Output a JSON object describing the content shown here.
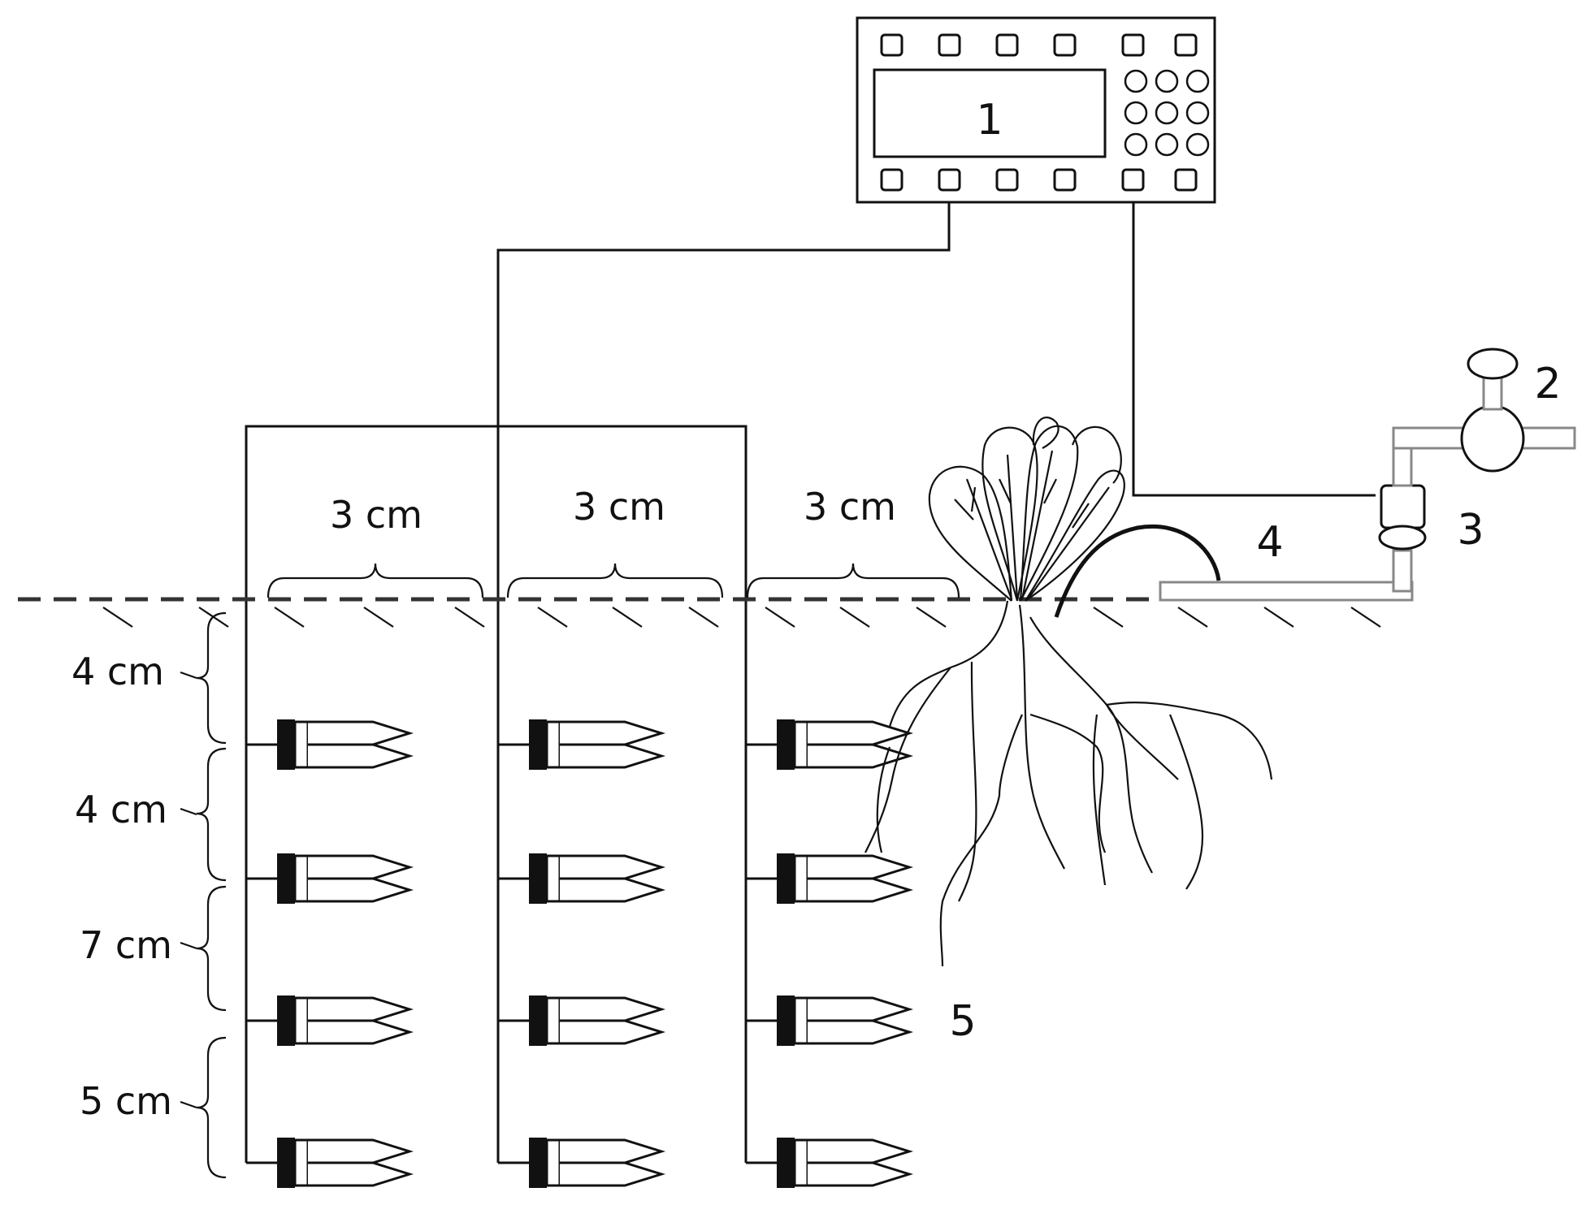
{
  "labels": {
    "logger": "1",
    "valve": "2",
    "flowmeter": "3",
    "drip_pipe": "4",
    "sensor": "5"
  },
  "spacing": {
    "horizontal": [
      "3 cm",
      "3 cm",
      "3 cm"
    ],
    "depth": [
      "4 cm",
      "4 cm",
      "7 cm",
      "5 cm"
    ]
  }
}
